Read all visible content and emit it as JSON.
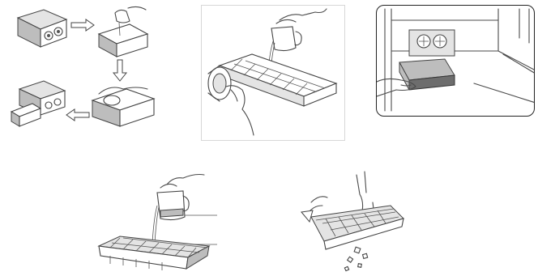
{
  "figures": [
    {
      "id": "ice-maker-fill-sequence",
      "steps": 4
    },
    {
      "id": "filling-ice-maker-tray"
    },
    {
      "id": "ice-bucket-in-freezer"
    },
    {
      "id": "filling-ice-cube-tray"
    },
    {
      "id": "twisting-ice-cube-tray"
    }
  ]
}
